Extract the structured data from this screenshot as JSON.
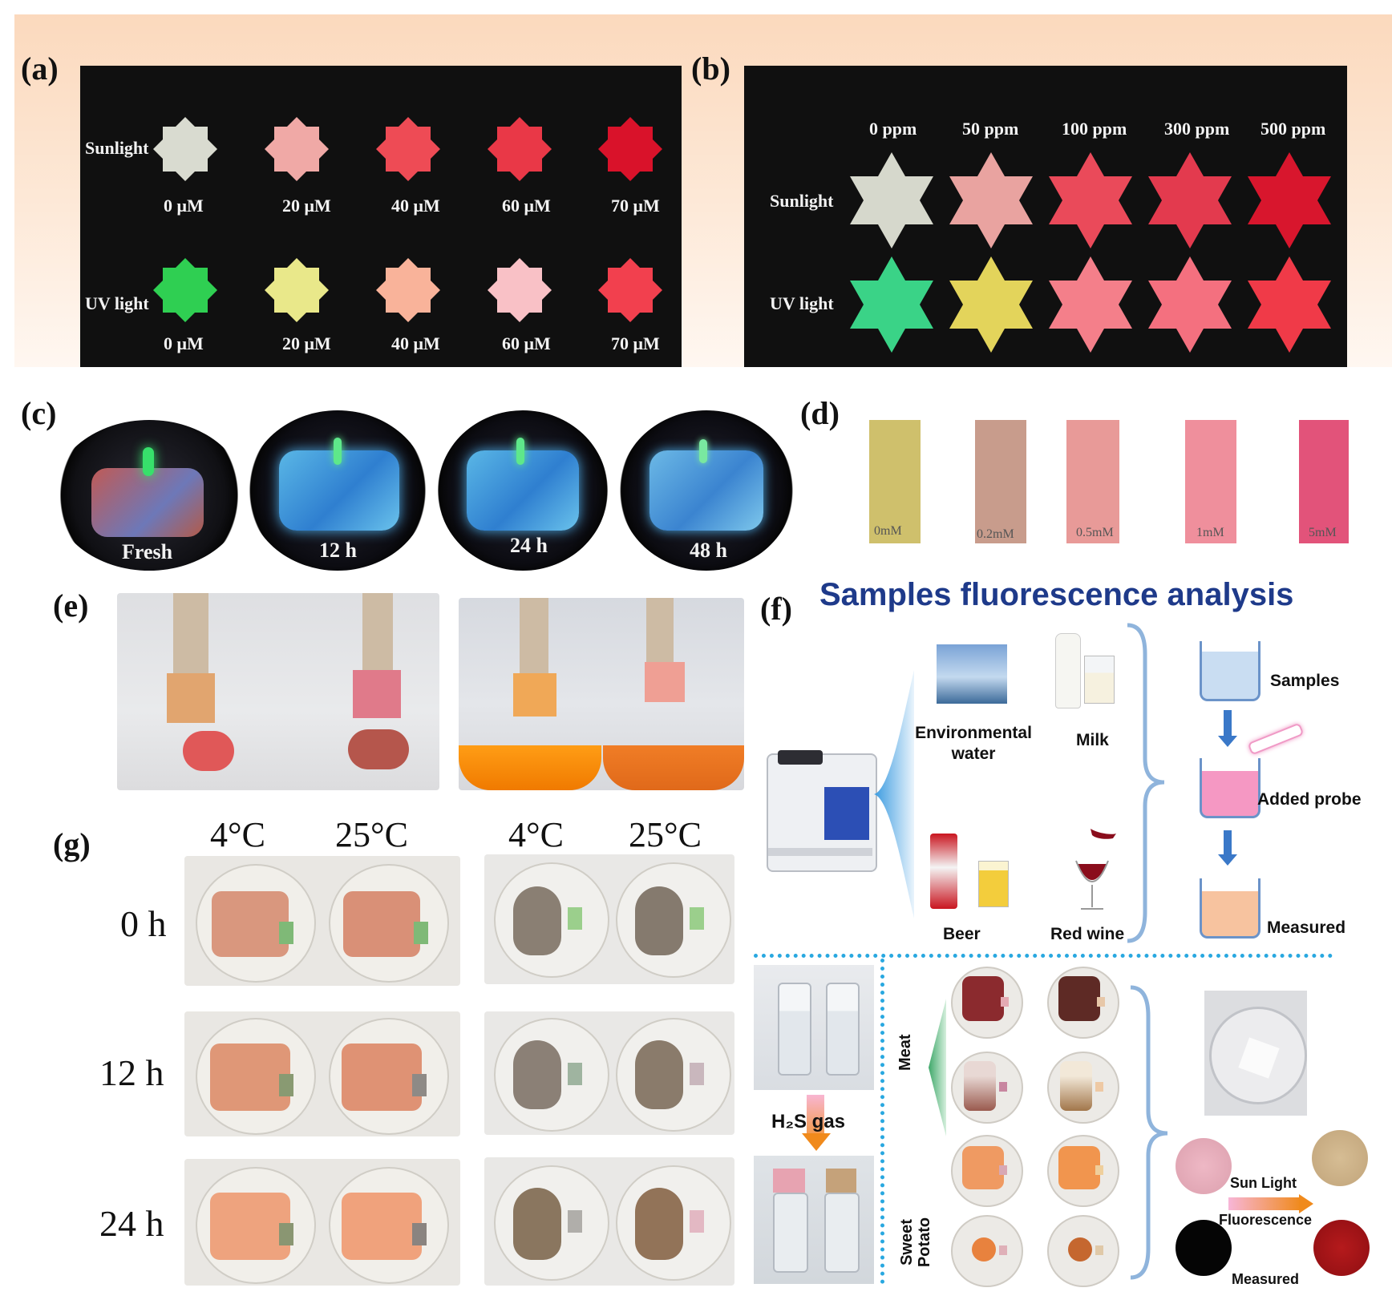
{
  "panels": {
    "a": {
      "label": "(a)",
      "rows": [
        {
          "condition": "Sunlight",
          "concentrations": [
            "0 μM",
            "20 μM",
            "40 μM",
            "60 μM",
            "70 μM"
          ],
          "colors": [
            "#d9dbd0",
            "#f0a9a6",
            "#ee4b55",
            "#e93847",
            "#d9122a"
          ]
        },
        {
          "condition": "UV light",
          "concentrations": [
            "0 μM",
            "20 μM",
            "40 μM",
            "60 μM",
            "70 μM"
          ],
          "colors": [
            "#2fcf52",
            "#e9e88a",
            "#f9b39a",
            "#f9c1c6",
            "#f2404e"
          ]
        }
      ]
    },
    "b": {
      "label": "(b)",
      "ppm_headers": [
        "0 ppm",
        "50 ppm",
        "100 ppm",
        "300 ppm",
        "500 ppm"
      ],
      "rows": [
        {
          "condition": "Sunlight",
          "colors": [
            "#d6d8cc",
            "#e9a3a0",
            "#ea4a5a",
            "#e33a4e",
            "#d8162d"
          ]
        },
        {
          "condition": "UV light",
          "colors": [
            "#3ad387",
            "#e3d45b",
            "#f47f8a",
            "#f4707f",
            "#f03a48"
          ]
        }
      ]
    },
    "c": {
      "label": "(c)",
      "times": [
        "Fresh",
        "12 h",
        "24 h",
        "48 h"
      ]
    },
    "d": {
      "label": "(d)",
      "strips": [
        {
          "label": "0mM",
          "color": "#cfc06c"
        },
        {
          "label": "0.2mM",
          "color": "#c89c8c"
        },
        {
          "label": "0.5mM",
          "color": "#e89a98"
        },
        {
          "label": "1mM",
          "color": "#ef8f9c"
        },
        {
          "label": "5mM",
          "color": "#e2537a"
        }
      ]
    },
    "e": {
      "label": "(e)"
    },
    "f": {
      "label": "(f)",
      "title": "Samples fluorescence analysis",
      "samples": [
        "Environmental water",
        "Milk",
        "Beer",
        "Red wine"
      ],
      "steps": [
        "Samples",
        "Added probe",
        "Measured"
      ],
      "gas_label": "H₂S gas",
      "side_labels": [
        "Meat",
        "Sweet Potato"
      ],
      "legend": [
        "Sun Light",
        "Fluorescence",
        "Measured"
      ],
      "colors": {
        "title": "#1e3a8a",
        "divider": "#29a8e0",
        "bracket": "#8fb4dc"
      }
    },
    "g": {
      "label": "(g)",
      "temps": [
        "4°C",
        "25°C",
        "4°C",
        "25°C"
      ],
      "times": [
        "0 h",
        "12 h",
        "24 h"
      ]
    }
  }
}
